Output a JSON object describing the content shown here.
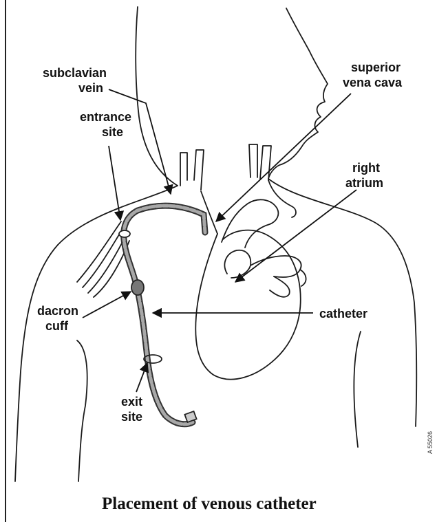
{
  "labels": {
    "subclavian_line1": "subclavian",
    "subclavian_line2": "vein",
    "svc_line1": "superior",
    "svc_line2": "vena cava",
    "entrance_line1": "entrance",
    "entrance_line2": "site",
    "right_atrium_line1": "right",
    "right_atrium_line2": "atrium",
    "dacron_line1": "dacron",
    "dacron_line2": "cuff",
    "catheter": "catheter",
    "exit_line1": "exit",
    "exit_line2": "site"
  },
  "caption": "Placement of venous catheter",
  "side_code": "A 55026"
}
